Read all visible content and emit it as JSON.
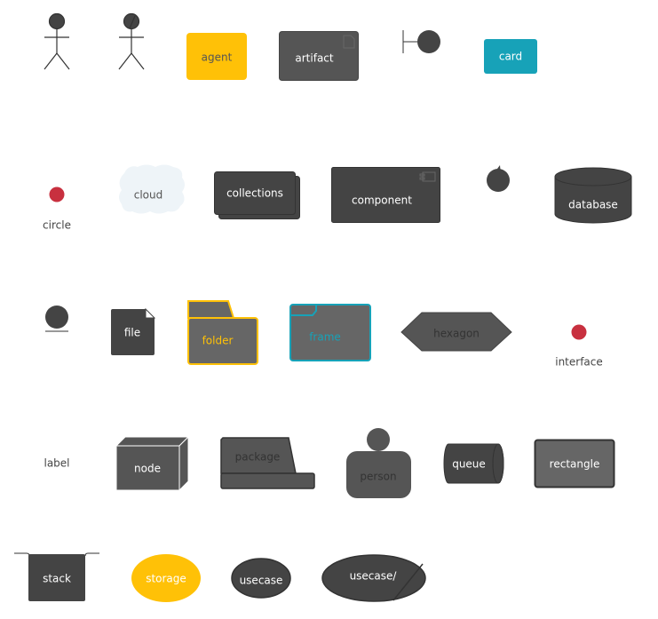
{
  "colors": {
    "dark": "#4a4a4a",
    "mid": "#666666",
    "yellow": "#FFC107",
    "teal": "#17A2B8",
    "red": "#C8303F",
    "cloud": "#EEF4F8"
  },
  "shapes": {
    "agent": "agent",
    "artifact": "artifact",
    "card": "card",
    "circle": "circle",
    "cloud": "cloud",
    "collections": "collections",
    "component": "component",
    "database": "database",
    "file": "file",
    "folder": "folder",
    "frame": "frame",
    "hexagon": "hexagon",
    "interface": "interface",
    "label": "label",
    "node": "node",
    "package": "package",
    "person": "person",
    "queue": "queue",
    "rectangle": "rectangle",
    "stack": "stack",
    "storage": "storage",
    "usecase": "usecase",
    "usecase2": "usecase/"
  }
}
